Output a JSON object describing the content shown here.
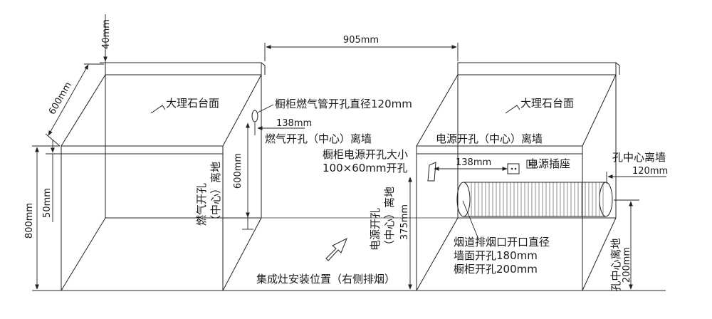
{
  "labels": {
    "dim_40mm": "40mm",
    "dim_905mm": "905mm",
    "dim_600mm_depth": "600mm",
    "dim_800mm": "800mm",
    "dim_50mm": "50mm",
    "countertop_left": "大理石台面",
    "countertop_right": "大理石台面",
    "gas_hole_diameter": "橱柜燃气管开孔直径120mm",
    "dim_138mm_gas": "138mm",
    "gas_hole_wall": "燃气开孔（中心）离墙",
    "gas_hole_floor_line1": "燃气开孔",
    "gas_hole_floor_line2": "（中心）离地",
    "dim_600mm_height": "600mm",
    "power_hole_wall": "电源开孔（中心）离墙",
    "power_hole_size_line1": "橱柜电源开孔大小",
    "power_hole_size_line2": "100×60mm开孔",
    "dim_138mm_power": "138mm",
    "power_socket": "电源插座",
    "hole_center_wall": "孔中心离墙",
    "dim_120mm": "120mm",
    "power_hole_floor_line1": "电源开孔",
    "power_hole_floor_line2": "（中心）离地",
    "dim_375mm": "375mm",
    "flue_line1": "烟道排烟口开口直径",
    "flue_line2": "墙面开孔180mm",
    "flue_line3": "橱柜开孔200mm",
    "hole_center_floor": "孔中心离地",
    "dim_200mm": "200mm",
    "stove_position": "集成灶安装位置（右侧排烟）"
  }
}
